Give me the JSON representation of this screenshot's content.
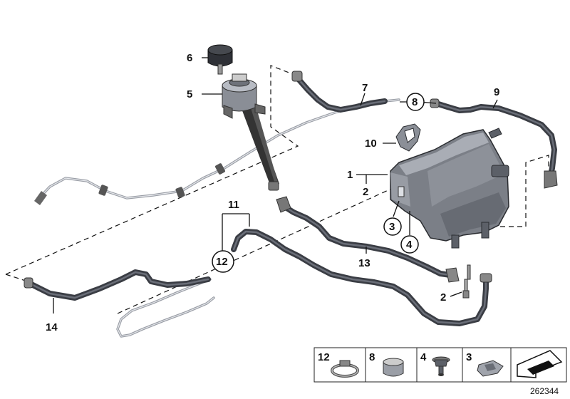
{
  "diagram_id": "262344",
  "callouts": {
    "c1": "1",
    "c2": "2",
    "c2b": "2",
    "c3": "3",
    "c4": "4",
    "c5": "5",
    "c6": "6",
    "c7": "7",
    "c8": "8",
    "c9": "9",
    "c10": "10",
    "c11": "11",
    "c12": "12",
    "c13": "13",
    "c14": "14"
  },
  "legend": [
    {
      "label": "12",
      "icon": "hose-clamp-icon"
    },
    {
      "label": "8",
      "icon": "clamp-sleeve-icon"
    },
    {
      "label": "4",
      "icon": "expansion-rivet-icon"
    },
    {
      "label": "3",
      "icon": "spring-nut-icon"
    },
    {
      "label": "",
      "icon": "bmw-direction-arrow-icon"
    }
  ]
}
